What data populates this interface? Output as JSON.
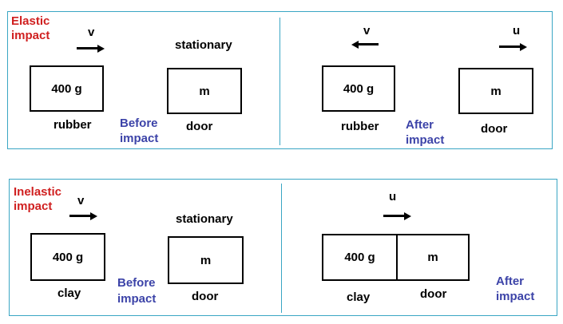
{
  "elastic": {
    "title_line1": "Elastic",
    "title_line2": "impact",
    "before": {
      "v_label": "v",
      "stationary_label": "stationary",
      "rubber_mass": "400 g",
      "door_mass": "m",
      "rubber_label": "rubber",
      "door_label": "door",
      "caption_line1": "Before",
      "caption_line2": "impact"
    },
    "after": {
      "v_label": "v",
      "u_label": "u",
      "rubber_mass": "400 g",
      "door_mass": "m",
      "rubber_label": "rubber",
      "door_label": "door",
      "caption_line1": "After",
      "caption_line2": "impact"
    }
  },
  "inelastic": {
    "title_line1": "Inelastic",
    "title_line2": "impact",
    "before": {
      "v_label": "v",
      "stationary_label": "stationary",
      "clay_mass": "400 g",
      "door_mass": "m",
      "clay_label": "clay",
      "door_label": "door",
      "caption_line1": "Before",
      "caption_line2": "impact"
    },
    "after": {
      "u_label": "u",
      "clay_mass": "400 g",
      "door_mass": "m",
      "clay_label": "clay",
      "door_label": "door",
      "caption_line1": "After",
      "caption_line2": "impact"
    }
  },
  "colors": {
    "panel_border": "#3aa6c4",
    "title_red": "#d02020",
    "caption_blue": "#3c43a8"
  }
}
